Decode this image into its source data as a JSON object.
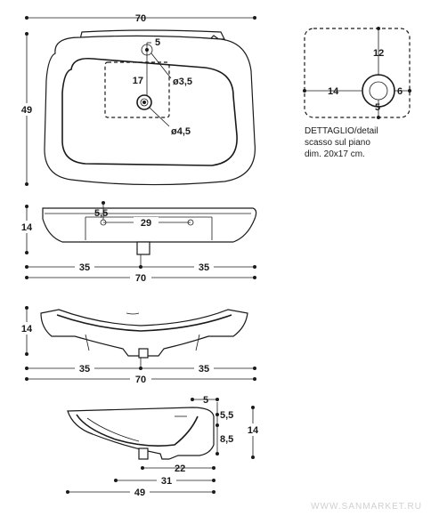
{
  "top_view": {
    "width": "70",
    "height": "49",
    "hole_offset": "5",
    "recess_depth": "17",
    "tap_hole": "ø3,5",
    "drain_hole": "ø4,5"
  },
  "detail": {
    "depth": "12",
    "left": "14",
    "right": "6",
    "bottom": "5",
    "caption_line1": "DETTAGLIO/detail",
    "caption_line2": "scasso sul piano",
    "caption_line3": "dim. 20x17 cm."
  },
  "front_view": {
    "height": "14",
    "fix_offset": "5,5",
    "fix_distance": "29",
    "half_left": "35",
    "half_right": "35",
    "total": "70"
  },
  "section_view": {
    "height": "14",
    "half_left": "35",
    "half_right": "35",
    "total": "70"
  },
  "side_view": {
    "top_offset": "5",
    "upper": "5,5",
    "lower": "8,5",
    "height": "14",
    "dim_22": "22",
    "dim_31": "31",
    "dim_49": "49"
  },
  "watermark": "WWW.SANMARKET.RU"
}
